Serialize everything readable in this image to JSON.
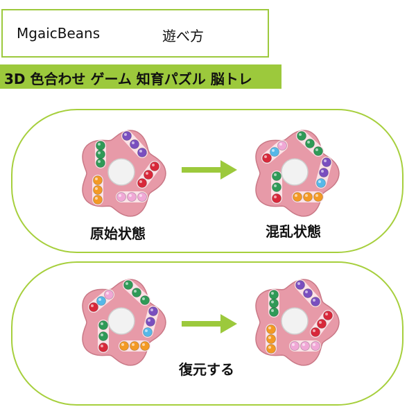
{
  "header": {
    "brand": "MgaicBeans",
    "how_to_play": "遊べ方"
  },
  "banner": {
    "text": "3D 色合わせ ゲーム 知育パズル 脳トレ"
  },
  "panels": [
    {
      "left_caption": "原始状態",
      "right_caption": "混乱状態"
    },
    {
      "center_caption": "復元する"
    }
  ],
  "colors": {
    "accent_green": "#9cc93c",
    "puzzle_pink": "#e79aa8",
    "bead_green": "#2f9a57",
    "bead_purple": "#7a4fbf",
    "bead_red": "#d8283a",
    "bead_orange": "#f39a25",
    "bead_pink": "#f0a8d6",
    "bead_blue": "#56b8e8"
  }
}
